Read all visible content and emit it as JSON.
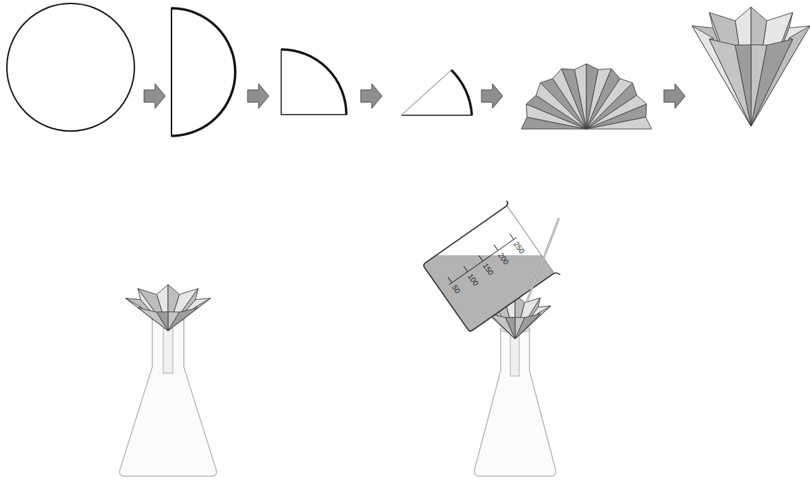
{
  "diagram": {
    "labels": [
      "250",
      "200",
      "150",
      "100",
      "50"
    ]
  }
}
